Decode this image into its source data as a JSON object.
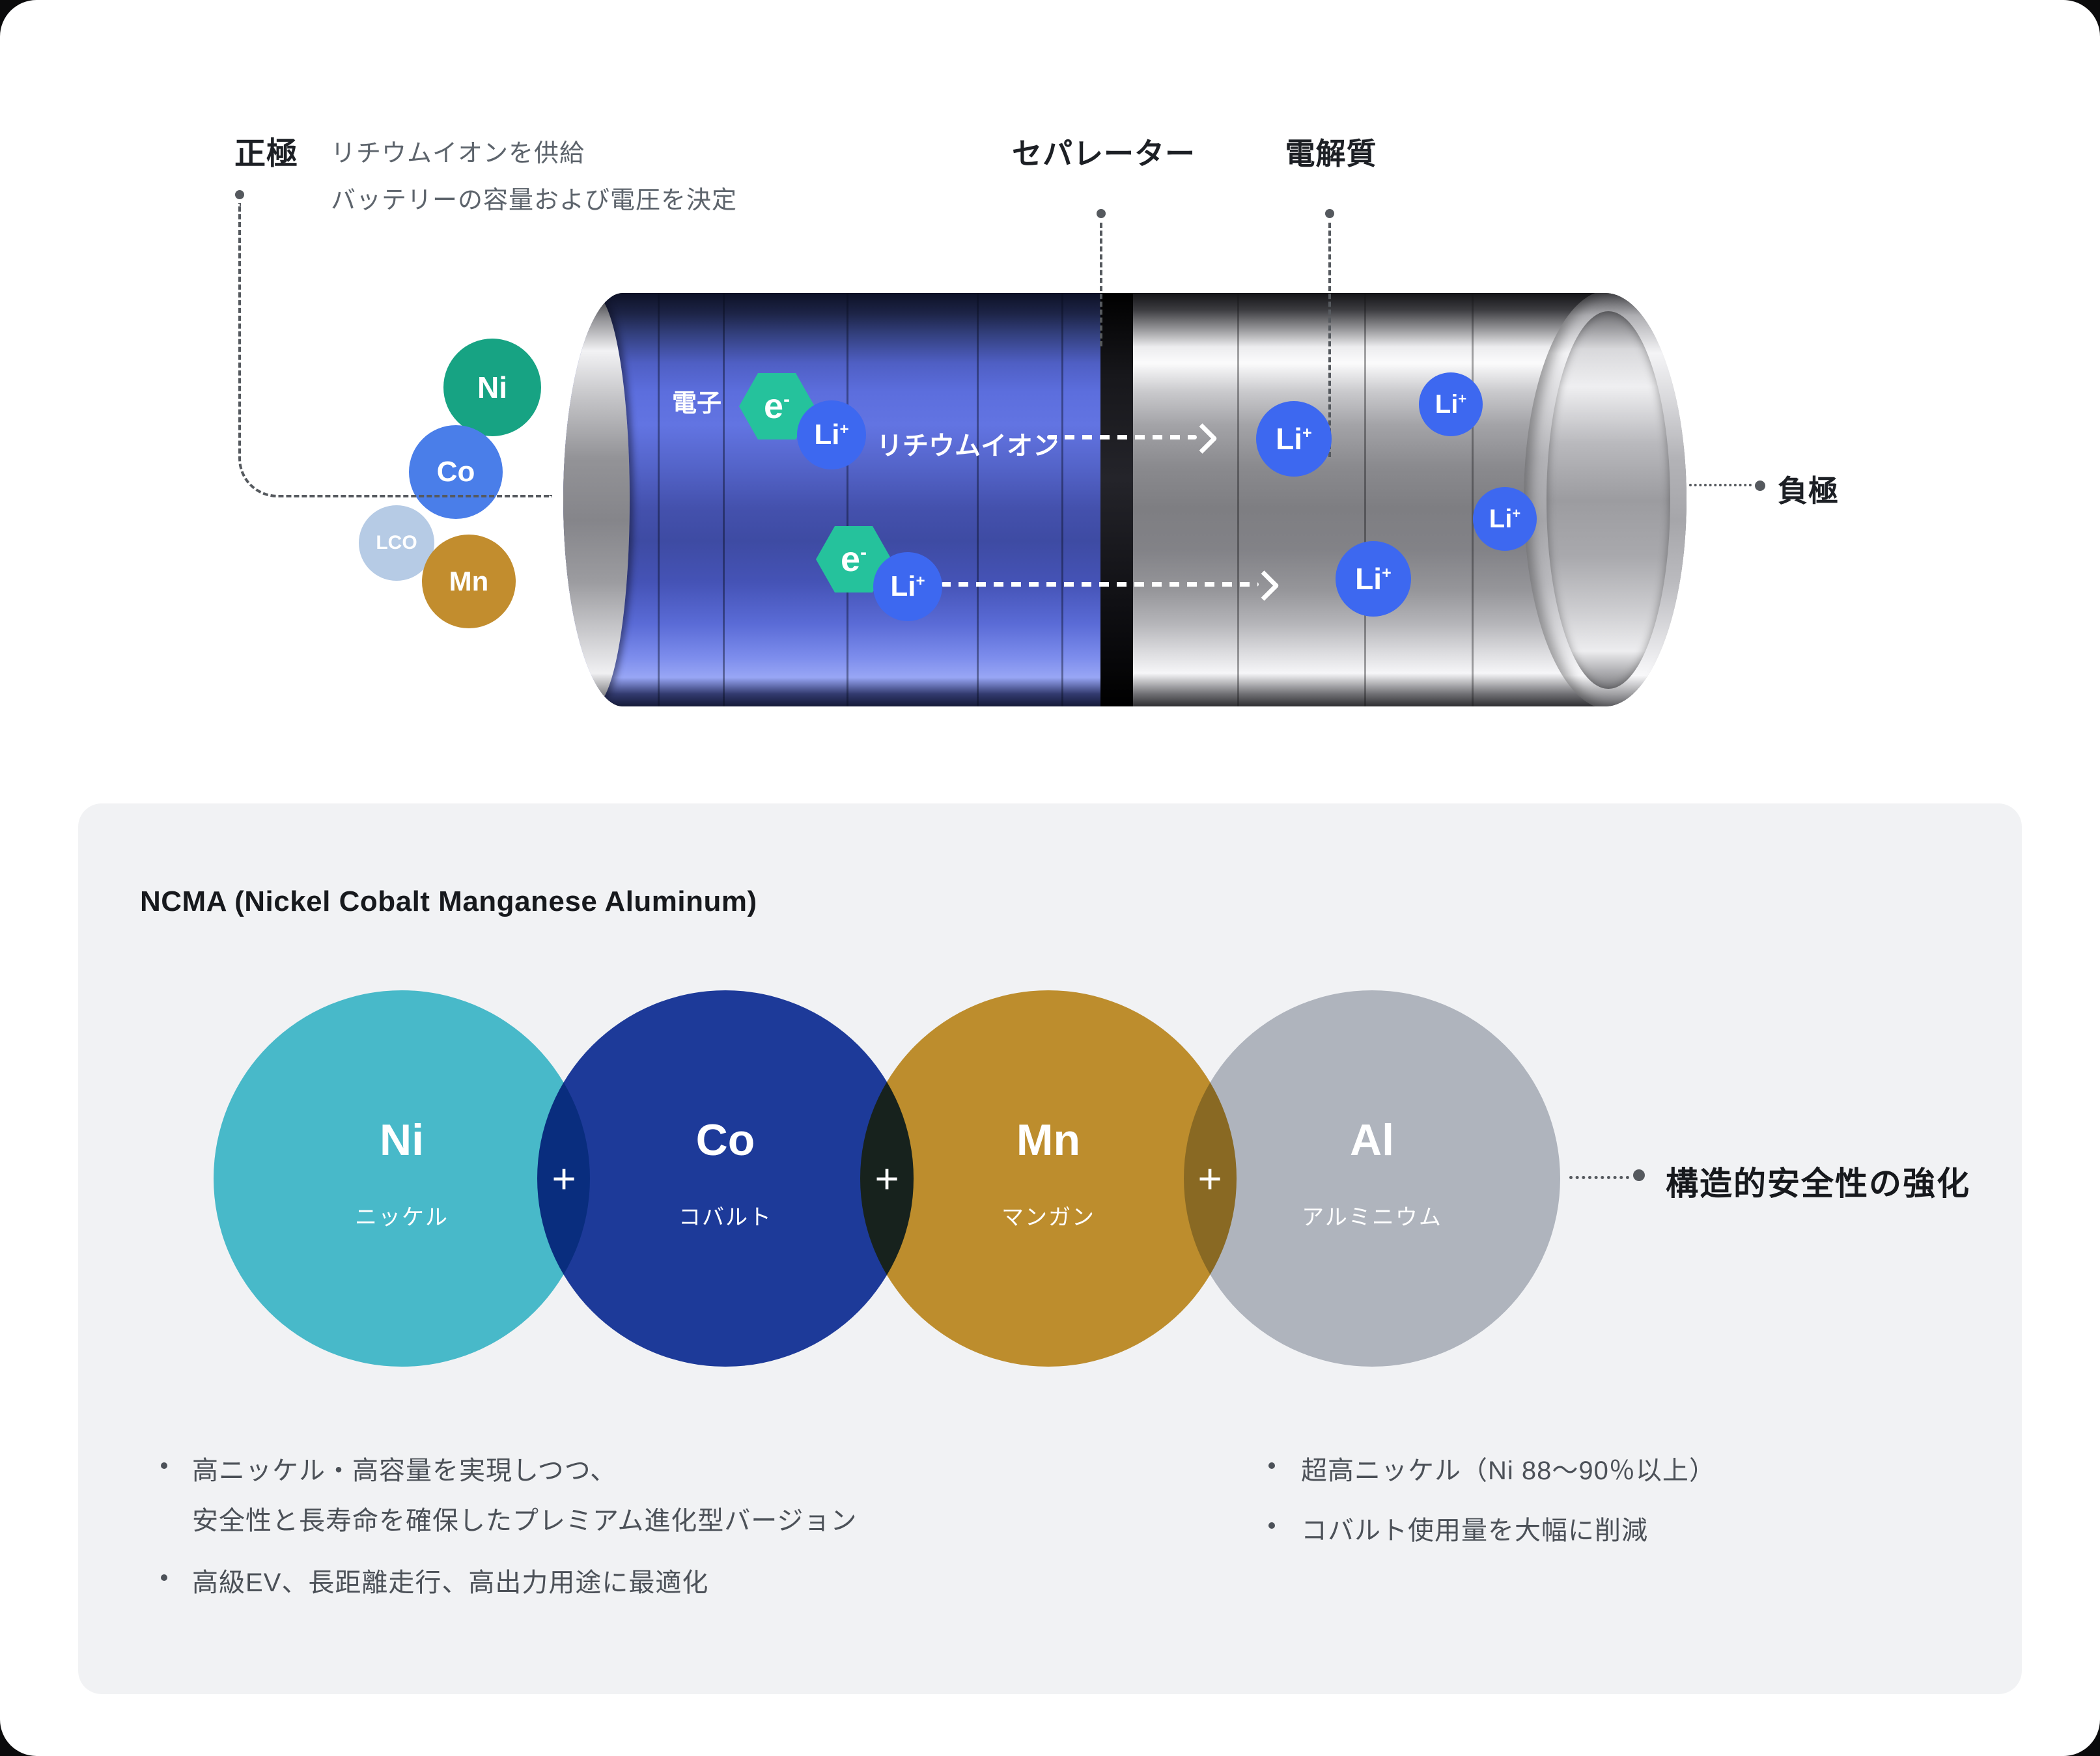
{
  "battery_diagram": {
    "cathode": {
      "title": "正極",
      "desc_line1": "リチウムイオンを供給",
      "desc_line2": "バッテリーの容量および電圧を決定"
    },
    "separator_label": "セパレーター",
    "electrolyte_label": "電解質",
    "anode_label": "負極",
    "electron_label": "電子",
    "lithium_ion_label": "リチウムイオン",
    "electron": {
      "base": "e",
      "sup": "-"
    },
    "ion": {
      "base": "Li",
      "sup": "+"
    },
    "materials": [
      {
        "symbol": "Ni",
        "color": "#17a383"
      },
      {
        "symbol": "Co",
        "color": "#4a7ee9"
      },
      {
        "symbol": "LCO",
        "color": "#b6cbe5"
      },
      {
        "symbol": "Mn",
        "color": "#c28d2e"
      }
    ],
    "colors": {
      "cathode_blue": "#5464c9",
      "separator_black": "#101014",
      "anode_silver": "#8a8a8e",
      "ion_blue": "#3d68f0",
      "electron_teal": "#25c29c"
    }
  },
  "ncma": {
    "title": "NCMA (Nickel Cobalt Manganese Aluminum)",
    "plus": "+",
    "elements": [
      {
        "symbol": "Ni",
        "name": "ニッケル",
        "color": "#4cc3d2"
      },
      {
        "symbol": "Co",
        "name": "コバルト",
        "color": "#1e3da0"
      },
      {
        "symbol": "Mn",
        "name": "マンガン",
        "color": "#c8952f"
      },
      {
        "symbol": "Al",
        "name": "アルミニウム",
        "color": "#b9bec6"
      }
    ],
    "callout": "構造的安全性の強化",
    "bullets_left": [
      {
        "lines": [
          "高ニッケル・高容量を実現しつつ、",
          "安全性と長寿命を確保したプレミアム進化型バージョン"
        ]
      },
      {
        "lines": [
          "高級EV、長距離走行、高出力用途に最適化"
        ]
      }
    ],
    "bullets_right": [
      {
        "lines": [
          "超高ニッケル（Ni 88〜90％以上）"
        ]
      },
      {
        "lines": [
          "コバルト使用量を大幅に削減"
        ]
      }
    ],
    "panel_bg": "#f1f2f4"
  }
}
